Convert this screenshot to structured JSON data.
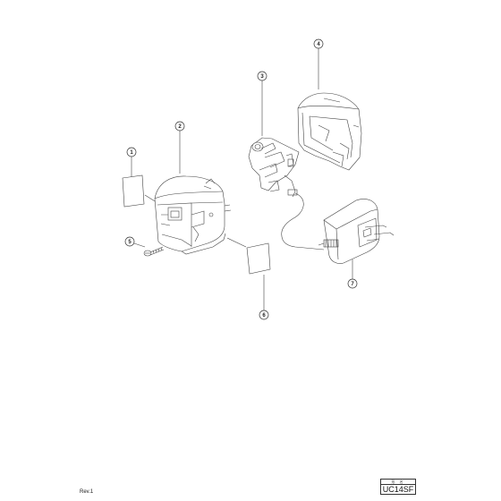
{
  "callouts": [
    "1",
    "2",
    "3",
    "4",
    "5",
    "6",
    "7"
  ],
  "footer": {
    "revision": "Rev.1",
    "model_header": "形 名",
    "model": "UC14SF"
  }
}
